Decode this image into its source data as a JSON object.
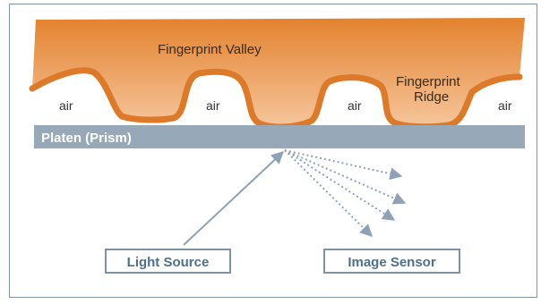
{
  "labels": {
    "valley": "Fingerprint Valley",
    "ridge_line1": "Fingerprint",
    "ridge_line2": "Ridge",
    "air": "air",
    "platen": "Platen (Prism)",
    "light_source": "Light Source",
    "image_sensor": "Image Sensor"
  },
  "colors": {
    "finger_gradient_top": "#e3822e",
    "finger_gradient_bottom": "#f6c69c",
    "ridge_outline": "#dc7a29",
    "platen": "#97a8b8",
    "platen_text": "#ffffff",
    "arrow": "#8ea2b5",
    "box_border": "#7d93a5",
    "box_text": "#4f7088",
    "frame_border": "#7d93a5"
  }
}
